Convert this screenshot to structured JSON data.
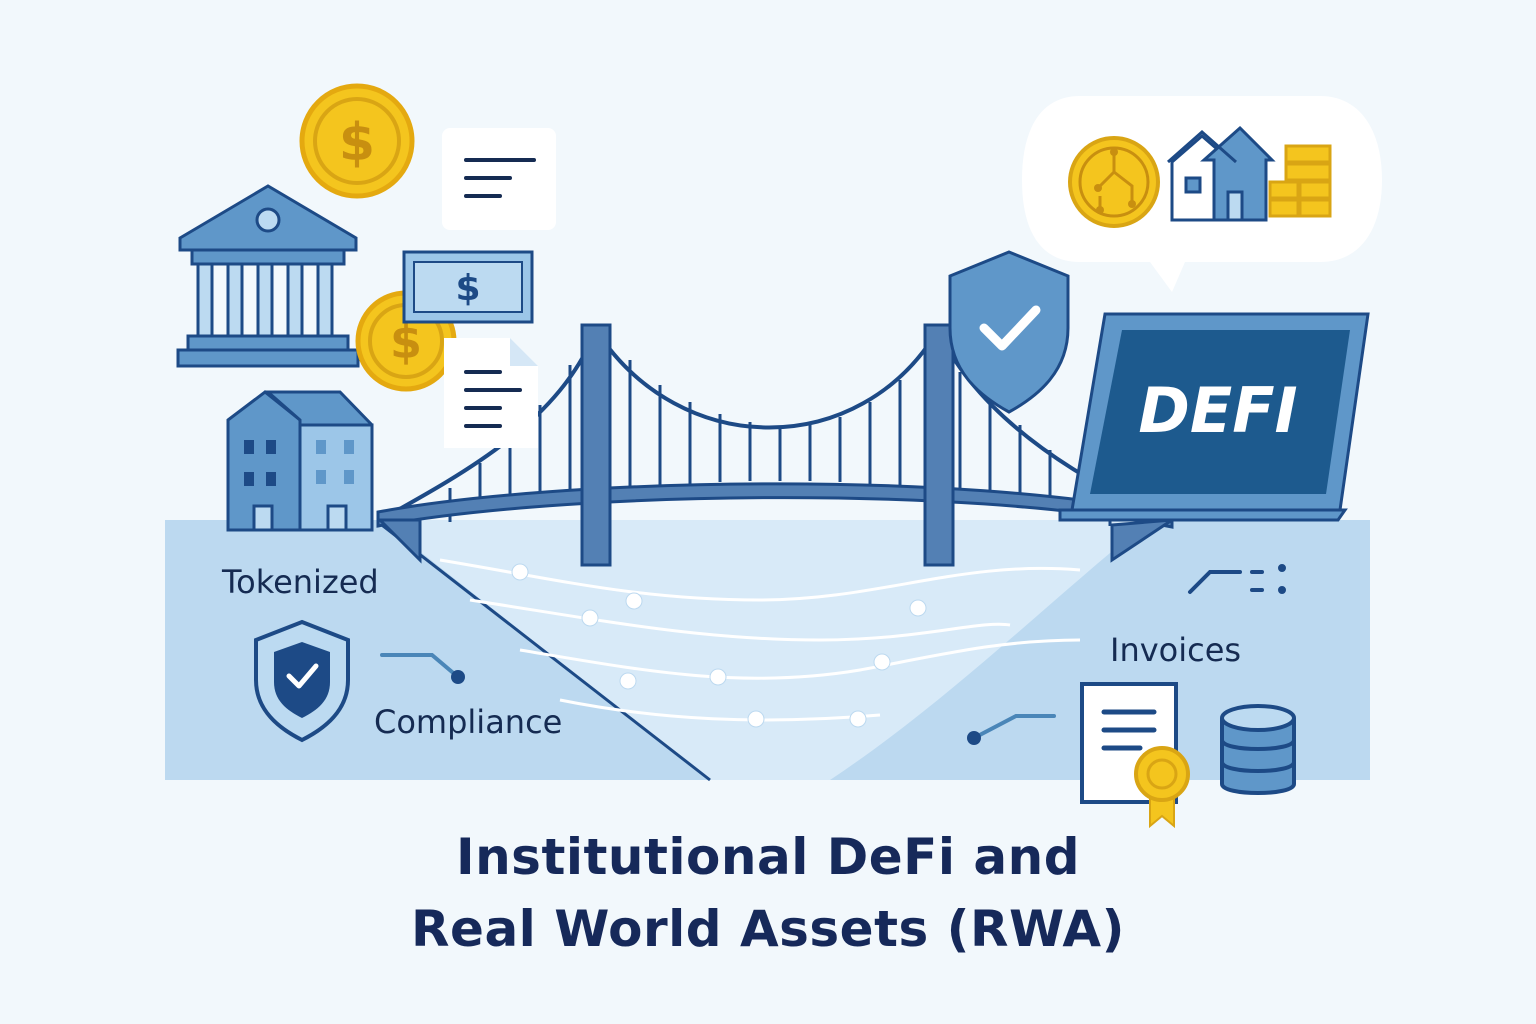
{
  "laptop": {
    "screen_text": "DEFI"
  },
  "labels": {
    "tokenized": "Tokenized",
    "compliance": "Compliance",
    "invoices": "Invoices"
  },
  "title": {
    "line1": "Institutional DeFi and",
    "line2": "Real World Assets (RWA)"
  },
  "icons": {
    "coin_symbol": "$",
    "banknote_symbol": "$"
  },
  "colors": {
    "navy": "#1d4a86",
    "mid_blue": "#5f97c9",
    "light_blue": "#bcdaf1",
    "water": "#d9ebf8",
    "gold": "#f4c51e",
    "gold_dark": "#d9a514",
    "background": "#f2f8fc"
  }
}
